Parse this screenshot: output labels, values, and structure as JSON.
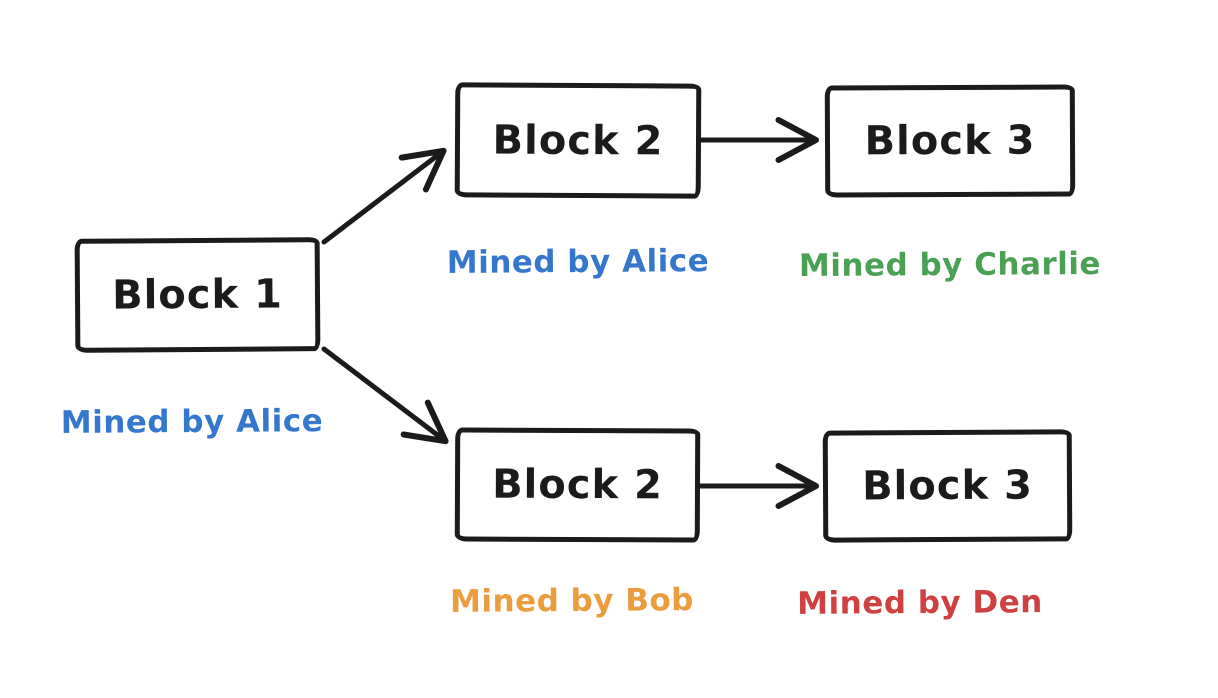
{
  "diagram": {
    "type": "blockchain-fork",
    "background": "#ffffff",
    "stroke_color": "#1b1b1b",
    "blocks": {
      "block1": {
        "label": "Block 1"
      },
      "block2_top": {
        "label": "Block 2"
      },
      "block3_top": {
        "label": "Block 3"
      },
      "block2_bottom": {
        "label": "Block 2"
      },
      "block3_bottom": {
        "label": "Block 3"
      }
    },
    "miner_labels": {
      "block1": {
        "text": "Mined by Alice",
        "color": "#3577cd"
      },
      "block2_top": {
        "text": "Mined by Alice",
        "color": "#3577cd"
      },
      "block3_top": {
        "text": "Mined by Charlie",
        "color": "#4aa154"
      },
      "block2_bottom": {
        "text": "Mined by Bob",
        "color": "#eb9d3e"
      },
      "block3_bottom": {
        "text": "Mined by Den",
        "color": "#cf4140"
      }
    },
    "edges": [
      {
        "from": "block1",
        "to": "block2_top"
      },
      {
        "from": "block1",
        "to": "block2_bottom"
      },
      {
        "from": "block2_top",
        "to": "block3_top"
      },
      {
        "from": "block2_bottom",
        "to": "block3_bottom"
      }
    ]
  }
}
